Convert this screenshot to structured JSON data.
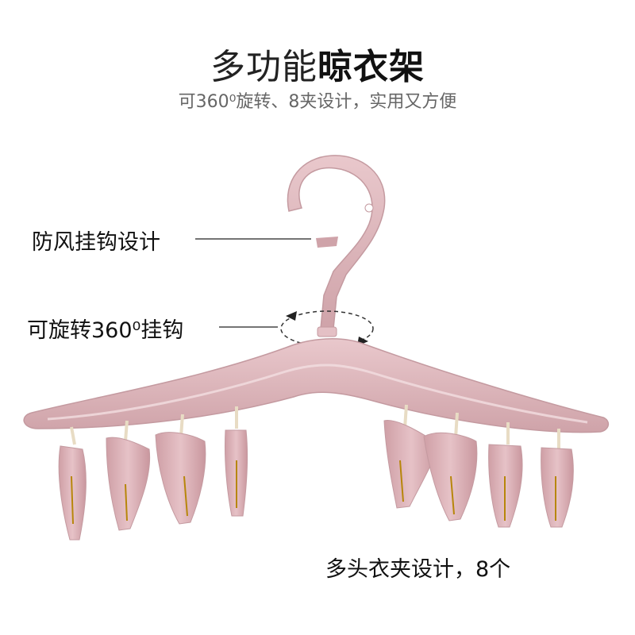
{
  "header": {
    "title_prefix": "多功能",
    "title_strong": "晾衣架",
    "subtitle": "可360⁰旋转、8夹设计，实用又方便"
  },
  "callouts": {
    "windproof_hook": "防风挂钩设计",
    "rotate_hook": "可旋转360⁰挂钩",
    "clips": "多头衣夹设计，8个"
  },
  "colors": {
    "hanger_pink": "#dcb3b8",
    "hanger_shadow": "#c49aa0",
    "clip_pink": "#d8adb3",
    "clip_spring": "#f2e6d0",
    "text_dark": "#111111",
    "text_grey": "#666666"
  }
}
